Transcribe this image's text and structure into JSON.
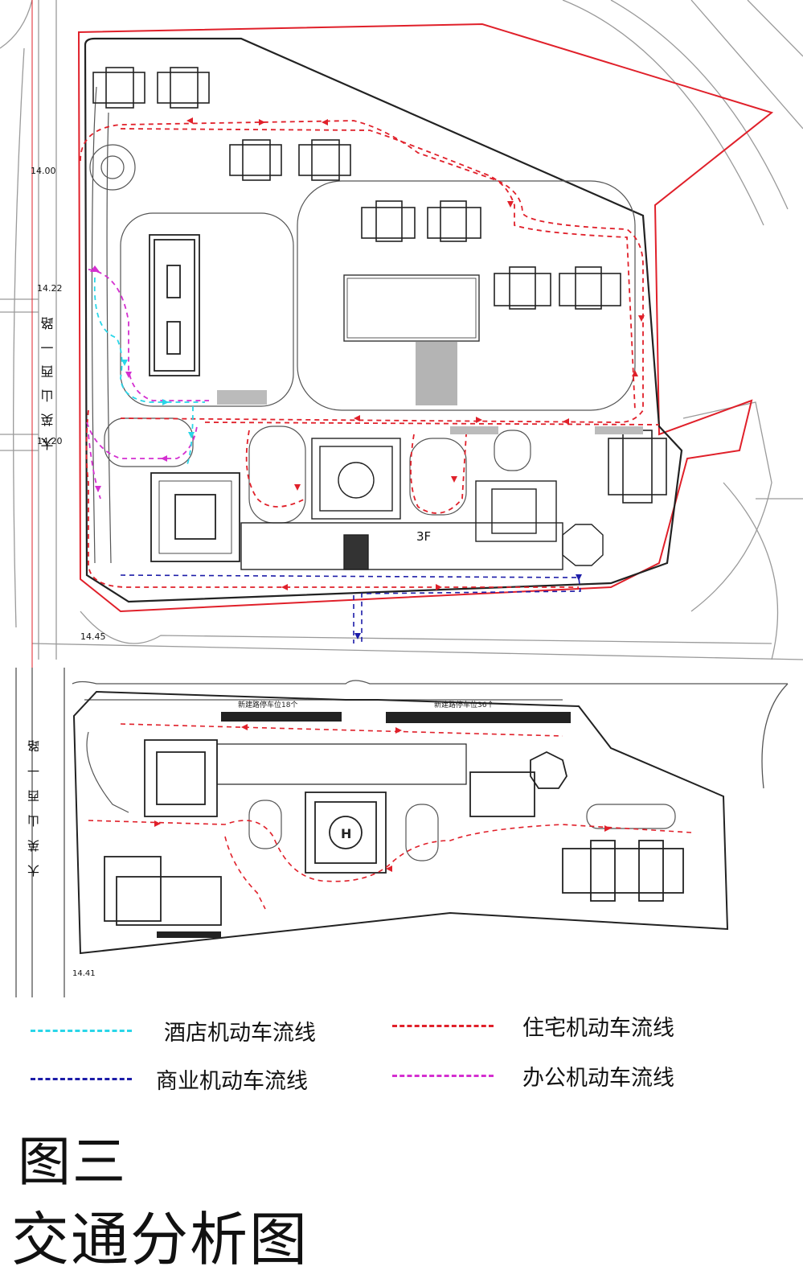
{
  "figure": {
    "number": "图三",
    "title": "交通分析图"
  },
  "legend": [
    {
      "label": "酒店机动车流线",
      "color": "#29d6e8",
      "icon": "dashed-line"
    },
    {
      "label": "住宅机动车流线",
      "color": "#e0202a",
      "icon": "dashed-line"
    },
    {
      "label": "商业机动车流线",
      "color": "#1c1ca8",
      "icon": "dashed-line"
    },
    {
      "label": "办公机动车流线",
      "color": "#d42fd0",
      "icon": "dashed-line"
    }
  ],
  "top_plan": {
    "road_name": "大英山西一路",
    "elevations": [
      "14.00",
      "14.22",
      "14.20",
      "14.45"
    ],
    "labels": [
      "3F"
    ]
  },
  "bottom_plan": {
    "road_name": "大英山西一路",
    "parking_north_left": "新建路停车位18个",
    "parking_north_right": "新建路停车位36个",
    "helipad": "H",
    "elevation": "14.41"
  }
}
